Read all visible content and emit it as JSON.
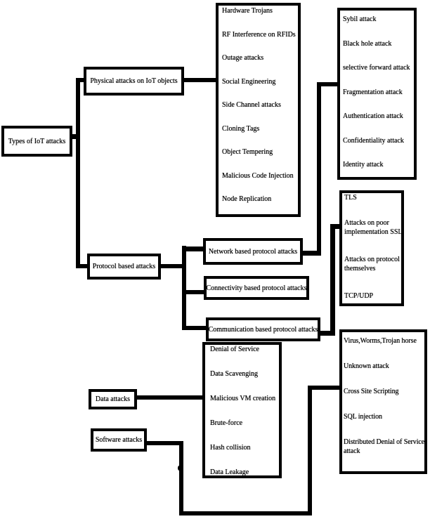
{
  "figure": {
    "type": "taxonomy-diagram",
    "title": "Types of IoT attacks"
  },
  "edges": [
    {
      "from": "root",
      "to": "physical"
    },
    {
      "from": "root",
      "to": "protocol"
    },
    {
      "from": "physical",
      "to": "physical_list"
    },
    {
      "from": "network",
      "to": "network_list"
    },
    {
      "from": "protocol",
      "to": "network"
    },
    {
      "from": "protocol",
      "to": "connectivity"
    },
    {
      "from": "protocol",
      "to": "communication"
    },
    {
      "from": "communication",
      "to": "communication_list"
    },
    {
      "from": "data",
      "to": "data_list"
    },
    {
      "from": "software",
      "to": "software_list"
    }
  ],
  "colors": {
    "line": "#000000",
    "box_border": "#000000",
    "background": "#ffffff",
    "text": "#000000"
  },
  "nodes": {
    "root": {
      "label": "Types of IoT attacks"
    },
    "physical": {
      "label": "Physical attacks on IoT objects"
    },
    "protocol": {
      "label": "Protocol based attacks"
    },
    "network": {
      "label": "Network based protocol attacks"
    },
    "connectivity": {
      "label": "Connectivity based protocol attacks"
    },
    "communication": {
      "label": "Communication based protocol attacks"
    },
    "data": {
      "label": "Data attacks"
    },
    "software": {
      "label": "Software attacks"
    },
    "physical_list": {
      "items": [
        "Hardware Trojans",
        "RF Interference on RFIDs",
        "Outage attacks",
        "Social Engineering",
        "Side Channel attacks",
        "Cloning Tags",
        "Object Tempering",
        "Malicious Code Injection",
        "Node Replication"
      ]
    },
    "network_list": {
      "items": [
        "Sybil attack",
        "Black hole attack",
        "selective forward attack",
        "Fragmentation attack",
        "Authentication attack",
        "Confidentiality attack",
        "Identity attack"
      ]
    },
    "communication_list": {
      "items": [
        "TLS",
        "Attacks on poor implementation SSL",
        "Attacks on protocol themselves",
        "TCP/UDP"
      ]
    },
    "data_list": {
      "items": [
        "Denial of Service",
        "Data Scavenging",
        "Malicious VM creation",
        "Brute-force",
        "Hash collision",
        "Data Leakage"
      ]
    },
    "software_list": {
      "items": [
        "Virus,Worms,Trojan horse",
        "Unknown attack",
        "Cross Site Scripting",
        "SQL injection",
        "Distributed Denial of Service attack"
      ]
    }
  }
}
